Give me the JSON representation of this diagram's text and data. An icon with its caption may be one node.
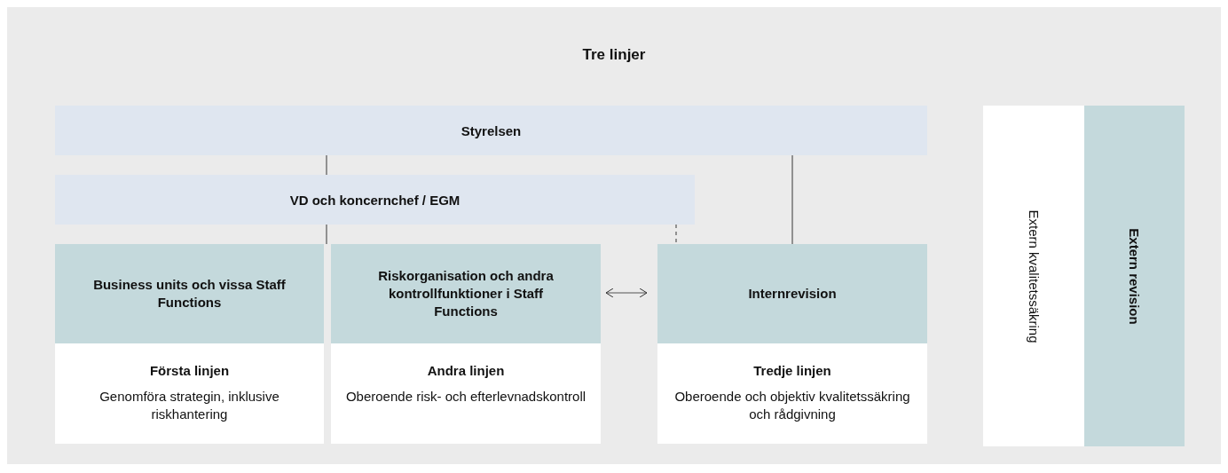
{
  "diagram": {
    "title": "Tre linjer",
    "nodes": [
      {
        "text": [
          "Styrelsen"
        ]
      },
      {
        "text": [
          "VD och koncernchef / EGM"
        ]
      },
      {
        "text": [
          "Business units och vissa Staff Functions",
          "Första linjen",
          "Genomföra strategin, inklusive riskhantering"
        ]
      },
      {
        "text": [
          "Riskorganisation och andra kontrollfunktioner i Staff Functions",
          "Andra linjen",
          "Oberoende risk- och efterlevnadskontroll"
        ]
      },
      {
        "text": [
          "Internrevision",
          "Tredje linjen",
          "Oberoende och objektiv kvalitetssäkring och rådgivning"
        ]
      },
      {
        "text": [
          "Extern kvalitetssäkring"
        ]
      },
      {
        "text": [
          "Extern revision"
        ]
      }
    ],
    "edges": [
      {
        "from": 0,
        "to": 1,
        "arrow": "none"
      },
      {
        "from": 1,
        "to": 2,
        "arrow": "none"
      },
      {
        "from": 1,
        "to": 4,
        "arrow": "none",
        "style": "dashed"
      },
      {
        "from": 0,
        "to": 4,
        "arrow": "none"
      },
      {
        "from": 3,
        "to": 4,
        "arrow": "both"
      }
    ]
  }
}
